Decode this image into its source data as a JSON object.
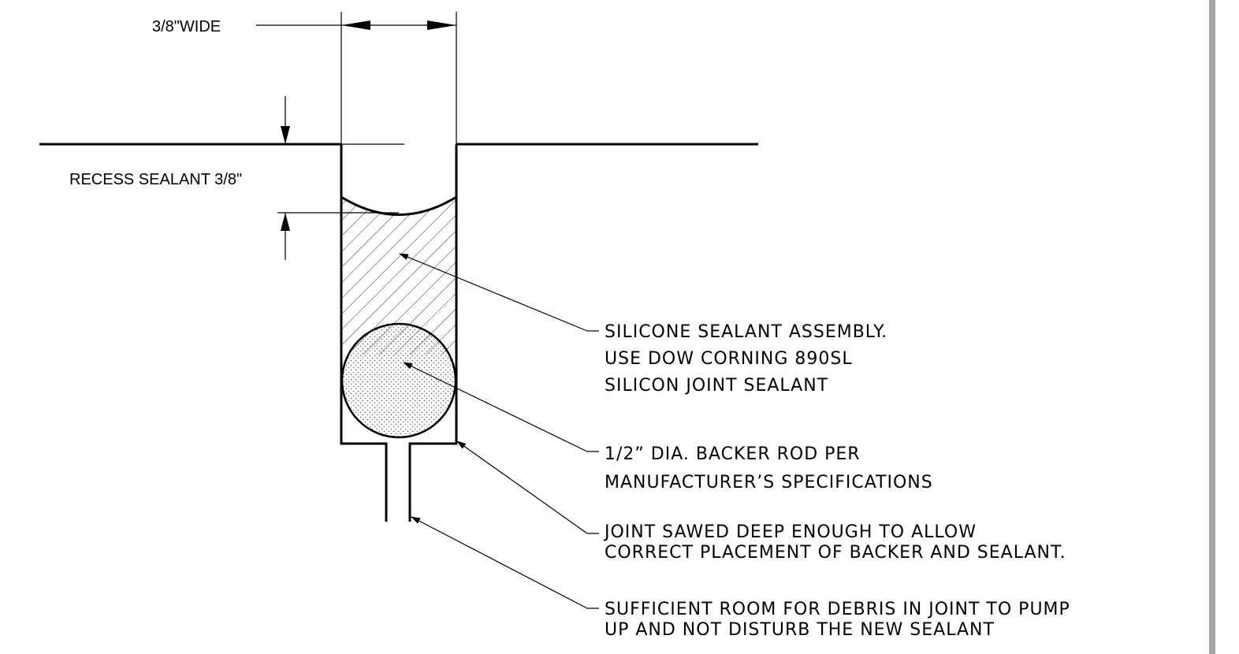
{
  "dimensions": {
    "width_label": "3/8\"WIDE",
    "recess_label": "RECESS SEALANT 3/8\""
  },
  "callouts": [
    {
      "lines": [
        "SILICONE SEALANT ASSEMBLY.",
        "USE DOW CORNING 890SL",
        "SILICON JOINT SEALANT"
      ]
    },
    {
      "lines": [
        "1/2” DIA. BACKER ROD PER",
        "MANUFACTURER’S SPECIFICATIONS"
      ]
    },
    {
      "lines": [
        "JOINT SAWED DEEP ENOUGH TO ALLOW",
        "CORRECT PLACEMENT OF BACKER AND SEALANT."
      ]
    },
    {
      "lines": [
        "SUFFICIENT ROOM FOR DEBRIS IN JOINT TO PUMP",
        "UP AND NOT DISTURB THE NEW SEALANT"
      ]
    }
  ],
  "colors": {
    "line": "#000000",
    "rod_fill": "#e6e6e6",
    "frame_bar": "#a6a6a6"
  }
}
